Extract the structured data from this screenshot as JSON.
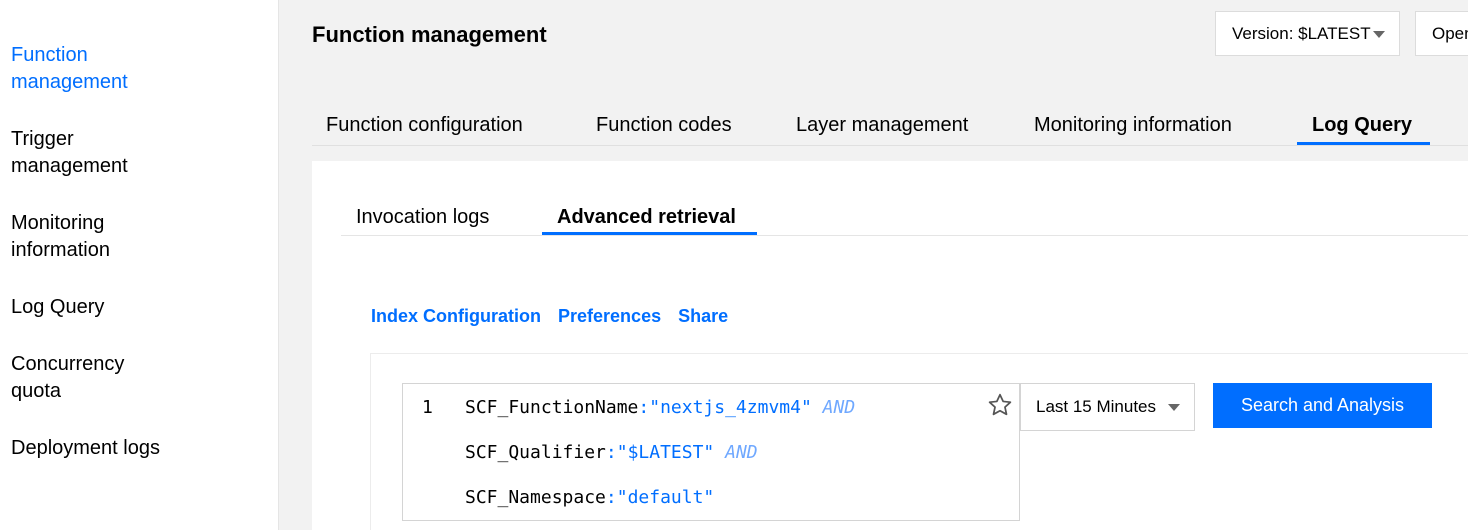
{
  "sidebar": {
    "items": [
      {
        "label": "Function\nmanagement",
        "active": true
      },
      {
        "label": "Trigger\nmanagement",
        "active": false
      },
      {
        "label": "Monitoring\ninformation",
        "active": false
      },
      {
        "label": "Log Query",
        "active": false
      },
      {
        "label": "Concurrency\nquota",
        "active": false
      },
      {
        "label": "Deployment logs",
        "active": false
      }
    ]
  },
  "header": {
    "title": "Function management",
    "version_label": "Version: $LATEST",
    "open_label": "Open"
  },
  "main_tabs": [
    {
      "label": "Function configuration"
    },
    {
      "label": "Function codes"
    },
    {
      "label": "Layer management"
    },
    {
      "label": "Monitoring information"
    },
    {
      "label": "Log Query",
      "active": true
    }
  ],
  "sub_tabs": [
    {
      "label": "Invocation logs"
    },
    {
      "label": "Advanced retrieval",
      "active": true
    }
  ],
  "links": {
    "index_config": "Index Configuration",
    "preferences": "Preferences",
    "share": "Share"
  },
  "query": {
    "line_number": "1",
    "lines": [
      {
        "key": "SCF_FunctionName",
        "sep": ":",
        "value": "\"nextjs_4zmvm4\"",
        "op": "AND"
      },
      {
        "key": "SCF_Qualifier",
        "sep": ":",
        "value": "\"$LATEST\"",
        "op": "AND"
      },
      {
        "key": "SCF_Namespace",
        "sep": ":",
        "value": "\"default\"",
        "op": ""
      }
    ]
  },
  "time_range": "Last 15 Minutes",
  "search_button": "Search and Analysis",
  "colors": {
    "accent": "#006eff",
    "and_keyword": "#6fa8ff"
  }
}
